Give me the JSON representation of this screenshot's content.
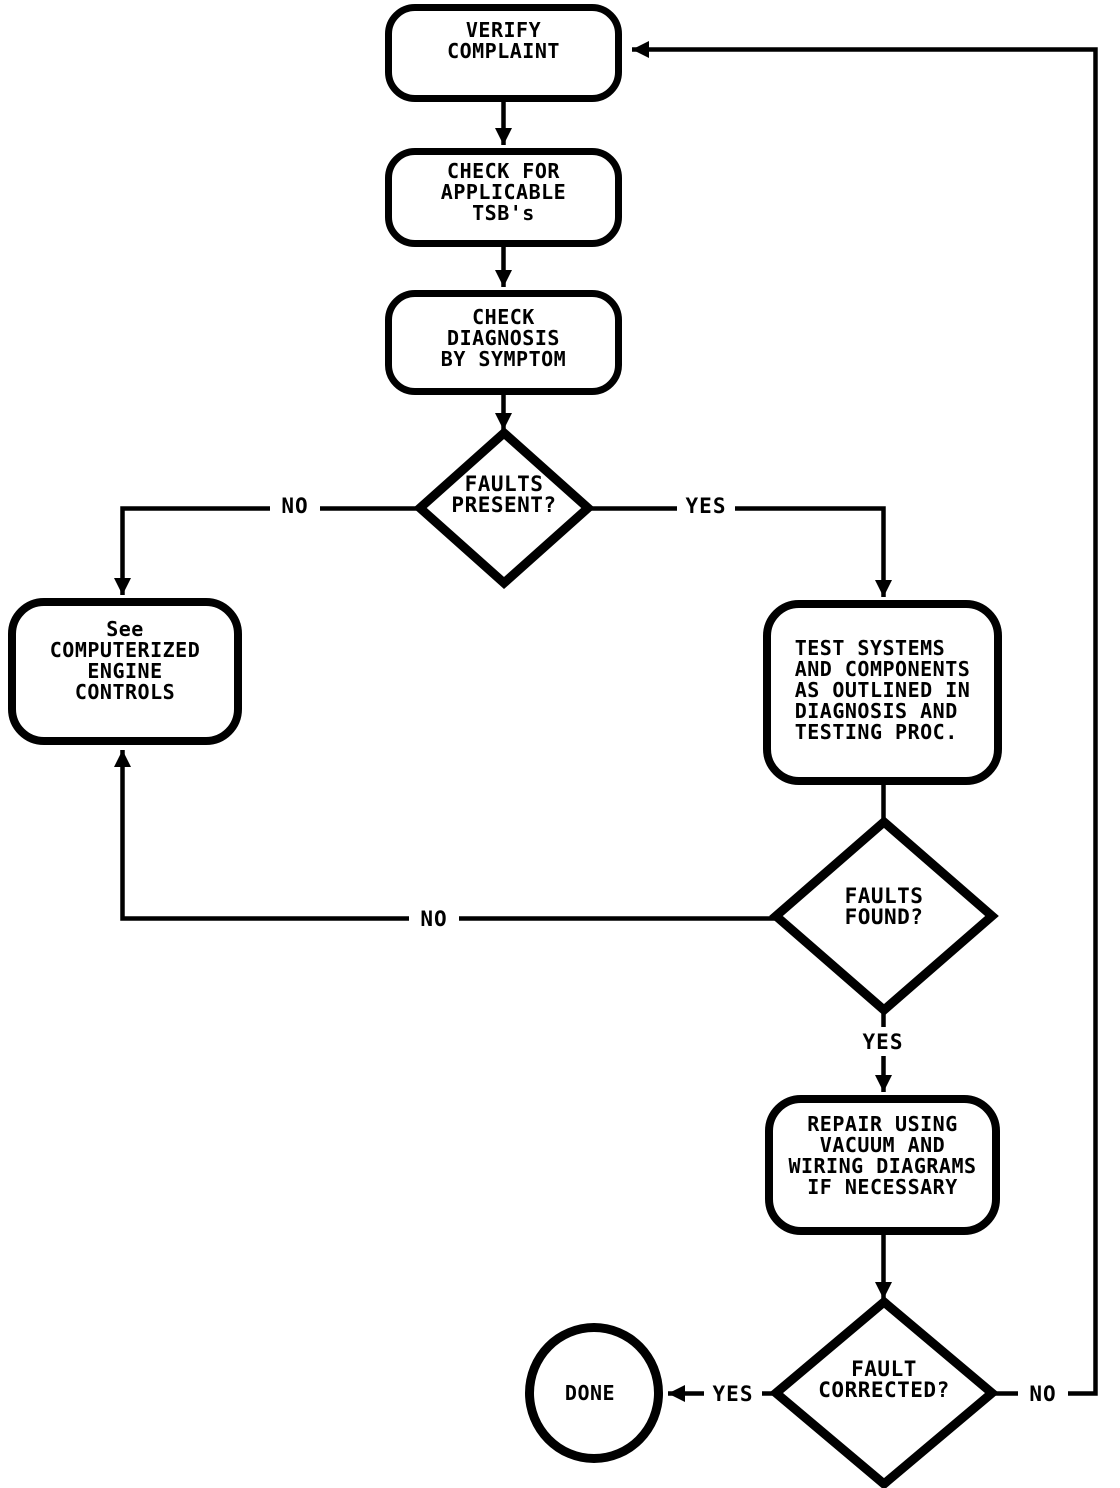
{
  "diagram": {
    "type": "flowchart",
    "colors": {
      "ink": "#000000",
      "paper": "#ffffff"
    },
    "nodes": {
      "verify": {
        "shape": "rounded-rect",
        "label": "VERIFY\nCOMPLAINT"
      },
      "tsb": {
        "shape": "rounded-rect",
        "label": "CHECK FOR\nAPPLICABLE\nTSB's"
      },
      "diagnosis": {
        "shape": "rounded-rect",
        "label": "CHECK\nDIAGNOSIS\nBY SYMPTOM"
      },
      "faults_present": {
        "shape": "diamond",
        "label": "FAULTS\nPRESENT?"
      },
      "engine_controls": {
        "shape": "rounded-rect",
        "label": "See\nCOMPUTERIZED\nENGINE\nCONTROLS"
      },
      "test_systems": {
        "shape": "rounded-rect",
        "label": "TEST SYSTEMS\nAND COMPONENTS\nAS OUTLINED IN\nDIAGNOSIS AND\nTESTING PROC."
      },
      "faults_found": {
        "shape": "diamond",
        "label": "FAULTS\nFOUND?"
      },
      "repair": {
        "shape": "rounded-rect",
        "label": "REPAIR USING\nVACUUM AND\nWIRING DIAGRAMS\nIF NECESSARY"
      },
      "fault_corrected": {
        "shape": "diamond",
        "label": "FAULT\nCORRECTED?"
      },
      "done": {
        "shape": "circle",
        "label": "DONE"
      }
    },
    "edge_labels": {
      "faults_present_no": "NO",
      "faults_present_yes": "YES",
      "faults_found_no": "NO",
      "faults_found_yes": "YES",
      "fault_corrected_yes": "YES",
      "fault_corrected_no": "NO"
    }
  }
}
